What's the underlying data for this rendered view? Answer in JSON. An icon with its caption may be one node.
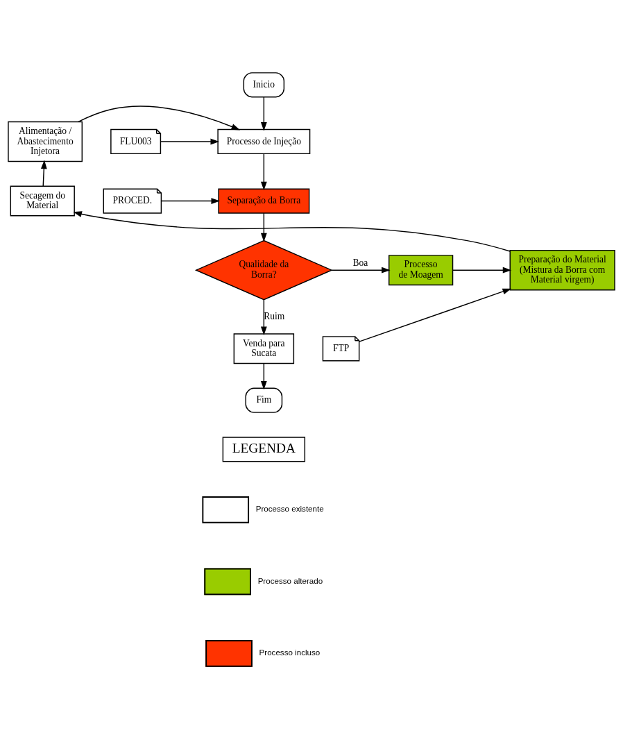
{
  "diagram": {
    "nodes": [
      {
        "text": [
          "Inicio"
        ]
      },
      {
        "text": [
          "Processo de Injeção"
        ]
      },
      {
        "text": [
          "FLU003"
        ]
      },
      {
        "text": [
          "Separação da Borra"
        ]
      },
      {
        "text": [
          "PROCED."
        ]
      },
      {
        "text": [
          "Qualidade da Borra?"
        ]
      },
      {
        "text": [
          "Processo de Moagem"
        ]
      },
      {
        "text": [
          "Preparação do Material (Mistura da Borra com Material virgem)"
        ]
      },
      {
        "text": [
          "Secagem do Material"
        ]
      },
      {
        "text": [
          "Alimentação / Abastecimento Injetora"
        ]
      },
      {
        "text": [
          "FTP"
        ]
      },
      {
        "text": [
          "Venda para Sucata"
        ]
      },
      {
        "text": [
          "Fim"
        ]
      }
    ],
    "edges": [
      {
        "from": 0,
        "to": 1,
        "arrow": "to"
      },
      {
        "from": 2,
        "to": 1,
        "arrow": "to"
      },
      {
        "from": 1,
        "to": 3,
        "arrow": "to"
      },
      {
        "from": 4,
        "to": 3,
        "arrow": "to"
      },
      {
        "from": 3,
        "to": 5,
        "arrow": "to"
      },
      {
        "from": 5,
        "to": 6,
        "arrow": "to",
        "label": "Boa"
      },
      {
        "from": 6,
        "to": 7,
        "arrow": "to"
      },
      {
        "from": 10,
        "to": 7,
        "arrow": "to"
      },
      {
        "from": 7,
        "to": 8,
        "arrow": "to"
      },
      {
        "from": 8,
        "to": 9,
        "arrow": "to"
      },
      {
        "from": 9,
        "to": 1,
        "arrow": "to"
      },
      {
        "from": 5,
        "to": 11,
        "arrow": "to",
        "label": "Ruim"
      },
      {
        "from": 11,
        "to": 12,
        "arrow": "to"
      }
    ],
    "labels": [
      "LEGENDA"
    ],
    "legend": [
      {
        "text": "Processo existente",
        "color": "#ffffff"
      },
      {
        "text": "Processo alterado",
        "color": "#99cc00"
      },
      {
        "text": "Processo incluso",
        "color": "#ff3300"
      }
    ]
  }
}
